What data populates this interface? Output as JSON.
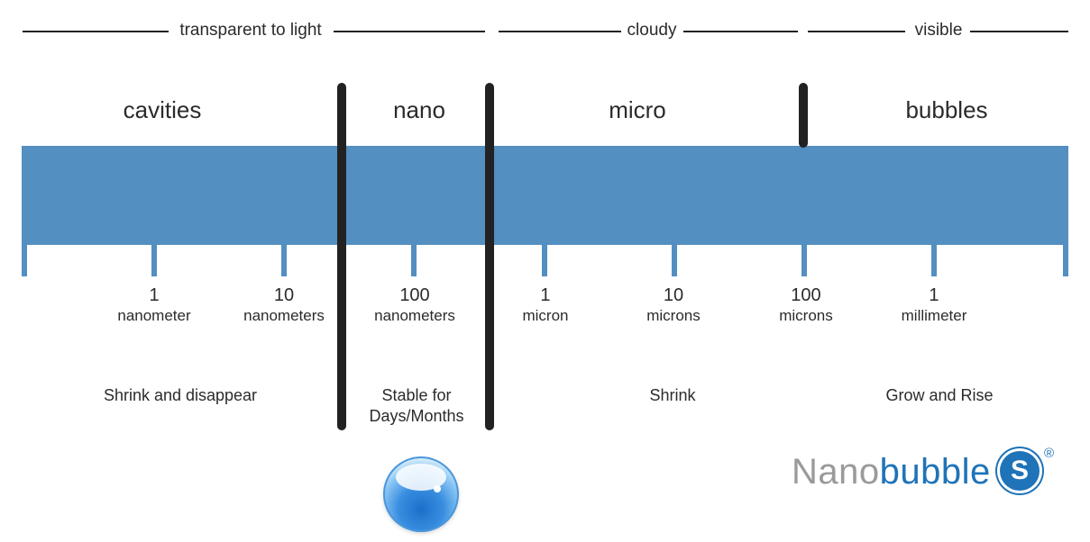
{
  "bands": [
    {
      "label": "transparent to light"
    },
    {
      "label": "cloudy"
    },
    {
      "label": "visible"
    }
  ],
  "regions": [
    {
      "label": "cavities"
    },
    {
      "label": "nano"
    },
    {
      "label": "micro"
    },
    {
      "label": "bubbles"
    }
  ],
  "scale": {
    "color": "#538fc0",
    "ticks": [
      {
        "value": "1",
        "unit": "nanometer"
      },
      {
        "value": "10",
        "unit": "nanometers"
      },
      {
        "value": "100",
        "unit": "nanometers"
      },
      {
        "value": "1",
        "unit": "micron"
      },
      {
        "value": "10",
        "unit": "microns"
      },
      {
        "value": "100",
        "unit": "microns"
      },
      {
        "value": "1",
        "unit": "millimeter"
      }
    ]
  },
  "behaviors": [
    {
      "text": "Shrink and disappear"
    },
    {
      "line1": "Stable for",
      "line2": "Days/Months"
    },
    {
      "text": "Shrink"
    },
    {
      "text": "Grow and Rise"
    }
  ],
  "logo": {
    "part1": "Nano",
    "part2": "bubble",
    "badge": "S",
    "registered": "®",
    "colors": {
      "gray": "#9a9a9a",
      "blue": "#1f73b8"
    }
  }
}
